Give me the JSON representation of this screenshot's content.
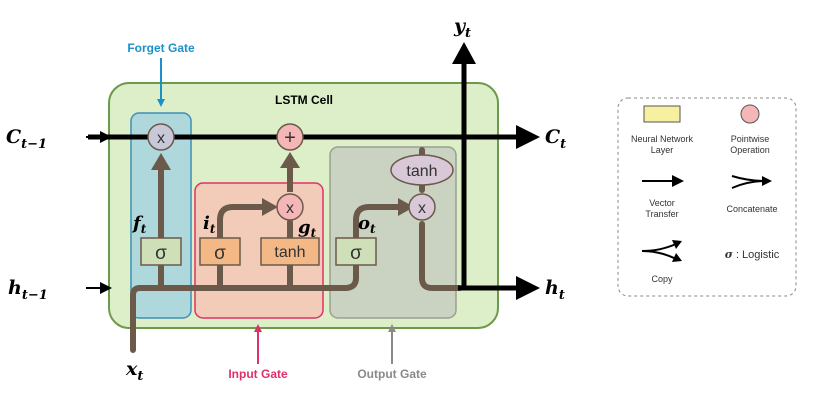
{
  "diagram": {
    "cell_title": "LSTM Cell",
    "gates": {
      "forget": "Forget Gate",
      "input": "Input Gate",
      "output": "Output Gate"
    },
    "io_labels": {
      "c_prev": {
        "base": "C",
        "sub": "t−1"
      },
      "c_next": {
        "base": "C",
        "sub": "t"
      },
      "h_prev": {
        "base": "h",
        "sub": "t−1"
      },
      "h_next": {
        "base": "h",
        "sub": "t"
      },
      "x_in": {
        "base": "x",
        "sub": "t"
      },
      "y_out": {
        "base": "y",
        "sub": "t"
      }
    },
    "internal_labels": {
      "f": {
        "base": "f",
        "sub": "t"
      },
      "i": {
        "base": "i",
        "sub": "t"
      },
      "g": {
        "base": "g",
        "sub": "t"
      },
      "o": {
        "base": "o",
        "sub": "t"
      }
    },
    "layers": {
      "forget_sigma": "σ",
      "input_sigma": "σ",
      "input_tanh": "tanh",
      "output_sigma": "σ"
    },
    "ops": {
      "forget_mult": "x",
      "cell_add": "+",
      "input_mult": "x",
      "output_tanh": "tanh",
      "output_mult": "x"
    }
  },
  "legend": {
    "neural_network_layer": [
      "Neural Network",
      "Layer"
    ],
    "pointwise_operation": [
      "Pointwise",
      "Operation"
    ],
    "vector_transfer": [
      "Vector",
      "Transfer"
    ],
    "concatenate": "Concatenate",
    "copy": "Copy",
    "logistic": {
      "symbol": "σ",
      "text": " : Logistic"
    }
  },
  "colors": {
    "cell_fill": "#dcefc8",
    "cell_border": "#6a9a4a",
    "forget_fill": "#a7d3e0",
    "forget_border": "#3d8fb6",
    "forget_label": "#1e90c8",
    "input_fill": "#f4c8b6",
    "input_border": "#e0306a",
    "input_label": "#e0306a",
    "output_fill": "#c8cfc0",
    "output_border": "#9aa090",
    "output_label": "#8a8a8a",
    "layer_green": "#cfdfb8",
    "layer_orange": "#f4b886",
    "op_pink": "#f4b6b6",
    "op_gray": "#c8c8d8",
    "legend_layer": "#f6f0a0"
  }
}
